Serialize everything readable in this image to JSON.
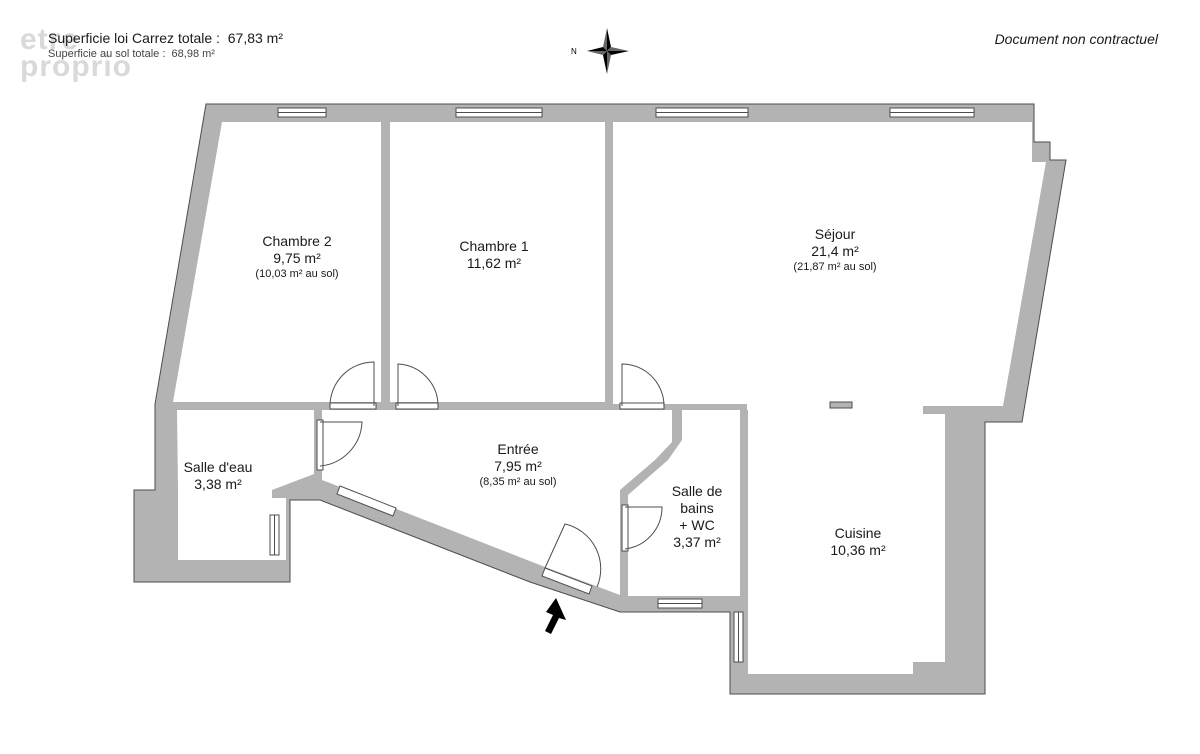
{
  "header": {
    "carrez_label": "Superficie loi Carrez totale :",
    "carrez_value": "67,83 m²",
    "sol_label": "Superficie au sol totale :",
    "sol_value": "68,98 m²",
    "disclaimer": "Document non contractuel",
    "watermark_line1": "etre",
    "watermark_line2": "proprio"
  },
  "compass": {
    "north_letter": "N"
  },
  "rooms": {
    "chambre2": {
      "name": "Chambre 2",
      "area": "9,75 m²",
      "floor": "(10,03 m² au sol)"
    },
    "chambre1": {
      "name": "Chambre 1",
      "area": "11,62 m²"
    },
    "sejour": {
      "name": "Séjour",
      "area": "21,4 m²",
      "floor": "(21,87 m² au sol)"
    },
    "salle_eau": {
      "name": "Salle d'eau",
      "area": "3,38 m²"
    },
    "entree": {
      "name": "Entrée",
      "area": "7,95 m²",
      "floor": "(8,35 m² au sol)"
    },
    "salle_bains": {
      "name_line1": "Salle de",
      "name_line2": "bains",
      "name_line3": "+ WC",
      "area": "3,37 m²"
    },
    "cuisine": {
      "name": "Cuisine",
      "area": "10,36 m²"
    }
  },
  "colors": {
    "wall": "#b3b3b3",
    "wall_outline": "#4d4d4d",
    "floor": "#ffffff",
    "window": "#ffffff",
    "arrow": "#000000"
  }
}
